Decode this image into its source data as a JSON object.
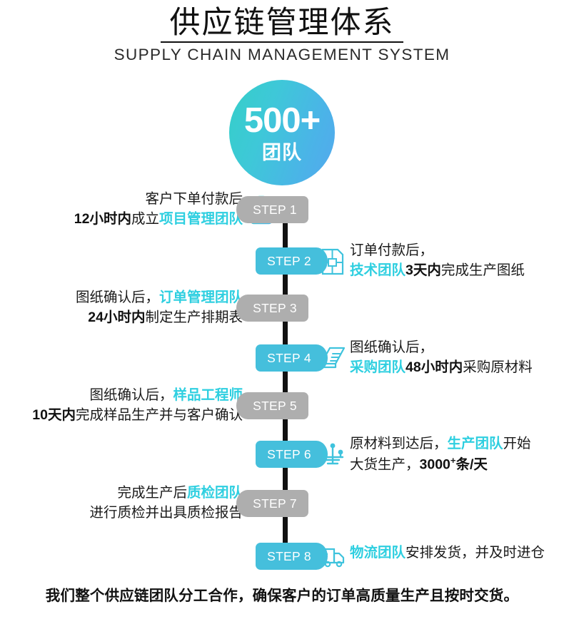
{
  "header": {
    "title_cn": "供应链管理体系",
    "title_en": "SUPPLY CHAIN MANAGEMENT SYSTEM"
  },
  "badge": {
    "number": "500+",
    "label": "团队",
    "gradient_from": "#35cfc8",
    "gradient_to": "#54a8ee"
  },
  "colors": {
    "accent_cyan": "#2ecfe0",
    "badge_cyan": "#45bfdc",
    "badge_gray": "#aeaeae",
    "spine": "#111111"
  },
  "steps": [
    {
      "badge_label": "STEP 1",
      "side": "left",
      "badge_color": "gray",
      "icon": "clipboard-check-icon",
      "line1_plain": "客户下单付款后",
      "line2_bold": "12小时内",
      "line2_plain": "成立",
      "line2_accent": "项目管理团队"
    },
    {
      "badge_label": "STEP 2",
      "side": "right",
      "badge_color": "cyan",
      "icon": "blueprint-icon",
      "line1_plain": "订单付款后，",
      "line2_accent": "技术团队",
      "line2_bold": "3天内",
      "line2_plain": "完成生产图纸"
    },
    {
      "badge_label": "STEP 3",
      "side": "left",
      "badge_color": "gray",
      "icon": "schedule-note-icon",
      "line1_plain": "图纸确认后，",
      "line1_accent": "订单管理团队",
      "line2_bold": "24小时内",
      "line2_plain": "制定生产排期表"
    },
    {
      "badge_label": "STEP 4",
      "side": "right",
      "badge_color": "cyan",
      "icon": "open-book-icon",
      "line1_plain": "图纸确认后，",
      "line2_accent": "采购团队",
      "line2_bold": "48小时内",
      "line2_plain": "采购原材料"
    },
    {
      "badge_label": "STEP 5",
      "side": "left",
      "badge_color": "gray",
      "icon": "sample-pen-icon",
      "line1_plain": "图纸确认后，",
      "line1_accent": "样品工程师",
      "line2_bold": "10天内",
      "line2_plain": "完成样品生产并与客户确认"
    },
    {
      "badge_label": "STEP 6",
      "side": "right",
      "badge_color": "cyan",
      "icon": "sewing-machine-icon",
      "line1_plain": "原材料到达后，",
      "line1_accent": "生产团队",
      "line1_tail": "开始",
      "line2_plain": "大货生产，",
      "line2_bold": "3000",
      "line2_sup": "+",
      "line2_tail": "条/天"
    },
    {
      "badge_label": "STEP 7",
      "side": "left",
      "badge_color": "gray",
      "icon": "clock-icon",
      "line1_plain": "完成生产后",
      "line1_accent": "质检团队",
      "line2_plain": "进行质检并出具质检报告"
    },
    {
      "badge_label": "STEP 8",
      "side": "right",
      "badge_color": "cyan",
      "icon": "delivery-truck-icon",
      "line1_accent": "物流团队",
      "line1_tail": "安排发货，并及时进仓"
    }
  ],
  "footer": {
    "text": "我们整个供应链团队分工合作，确保客户的订单高质量生产且按时交货。"
  }
}
